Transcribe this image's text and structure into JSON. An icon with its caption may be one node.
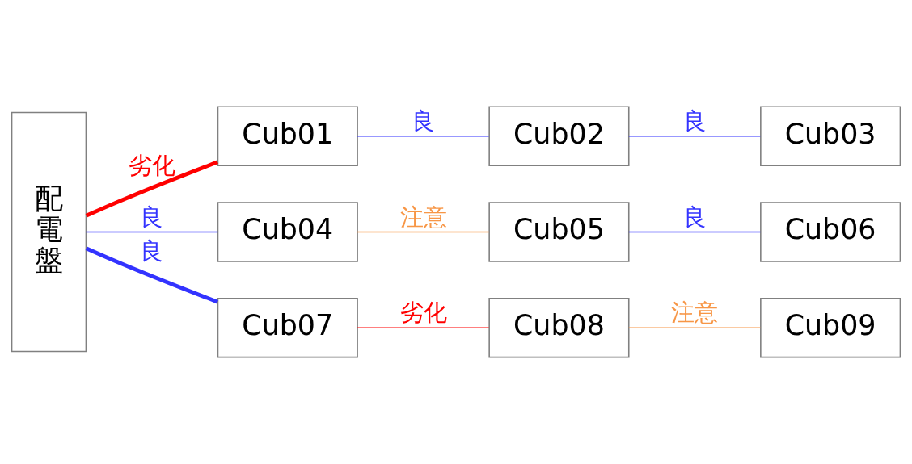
{
  "diagram": {
    "nodes": [
      {
        "text": [
          "配電盤"
        ]
      },
      {
        "text": [
          "Cub01"
        ]
      },
      {
        "text": [
          "Cub02"
        ]
      },
      {
        "text": [
          "Cub03"
        ]
      },
      {
        "text": [
          "Cub04"
        ]
      },
      {
        "text": [
          "Cub05"
        ]
      },
      {
        "text": [
          "Cub06"
        ]
      },
      {
        "text": [
          "Cub07"
        ]
      },
      {
        "text": [
          "Cub08"
        ]
      },
      {
        "text": [
          "Cub09"
        ]
      }
    ],
    "edges": [
      {
        "from": 0,
        "to": 1,
        "arrow": "none",
        "label": "劣化",
        "style": "thick",
        "color": "#ff0000"
      },
      {
        "from": 1,
        "to": 2,
        "arrow": "none",
        "label": "良"
      },
      {
        "from": 2,
        "to": 3,
        "arrow": "none",
        "label": "良"
      },
      {
        "from": 0,
        "to": 4,
        "arrow": "none",
        "label": "良"
      },
      {
        "from": 4,
        "to": 5,
        "arrow": "none",
        "label": "注意",
        "color": "#f79646"
      },
      {
        "from": 5,
        "to": 6,
        "arrow": "none",
        "label": "良"
      },
      {
        "from": 0,
        "to": 7,
        "arrow": "none",
        "label": "良",
        "style": "thick"
      },
      {
        "from": 7,
        "to": 8,
        "arrow": "none",
        "label": "劣化",
        "color": "#ff0000"
      },
      {
        "from": 8,
        "to": 9,
        "arrow": "none",
        "label": "注意",
        "color": "#f79646"
      }
    ]
  }
}
